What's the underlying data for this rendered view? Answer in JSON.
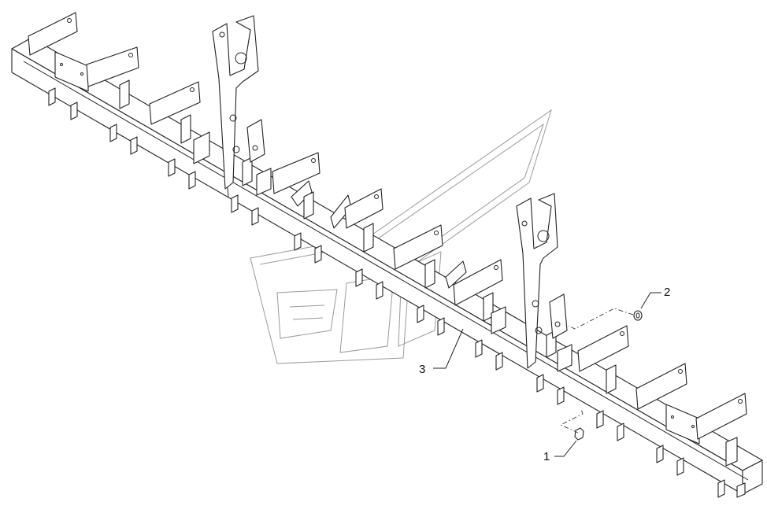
{
  "callouts": [
    {
      "id": "1",
      "label": "1"
    },
    {
      "id": "2",
      "label": "2"
    },
    {
      "id": "3",
      "label": "3"
    }
  ],
  "colors": {
    "line": "#222222",
    "watermark": "#9a9a9a",
    "background": "#ffffff"
  }
}
